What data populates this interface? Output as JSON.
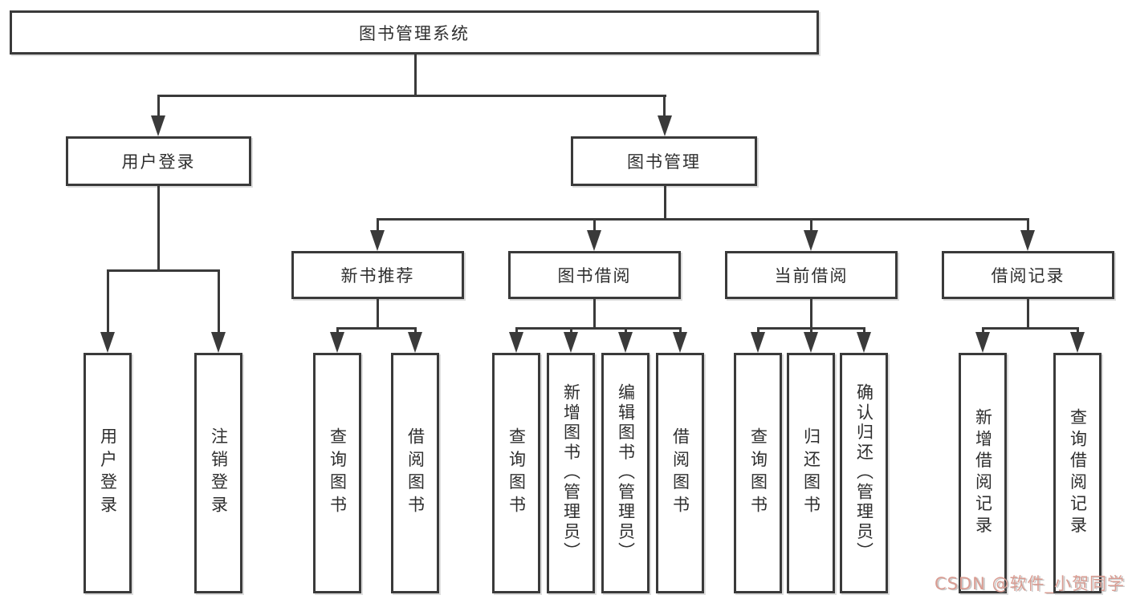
{
  "diagram": {
    "title_node": "图书管理系统",
    "tree": {
      "root": "图书管理系统",
      "level1": [
        {
          "label": "用户登录",
          "children": [
            "用户登录",
            "注销登录"
          ]
        },
        {
          "label": "图书管理",
          "sections": [
            {
              "label": "新书推荐",
              "children": [
                "查询图书",
                "借阅图书"
              ]
            },
            {
              "label": "图书借阅",
              "children": [
                "查询图书",
                "新增图书（管理员）",
                "编辑图书（管理员）",
                "借阅图书"
              ]
            },
            {
              "label": "当前借阅",
              "children": [
                "查询图书",
                "归还图书",
                "确认归还（管理员）"
              ]
            },
            {
              "label": "借阅记录",
              "children": [
                "新增借阅记录",
                "查询借阅记录"
              ]
            }
          ]
        }
      ]
    },
    "colors": {
      "line": "#3a3a3a",
      "text": "#2e2e2e",
      "background": "#ffffff",
      "watermark": "#d99c92"
    },
    "watermark": {
      "text": "CSDN @软件_小贺同学"
    }
  }
}
